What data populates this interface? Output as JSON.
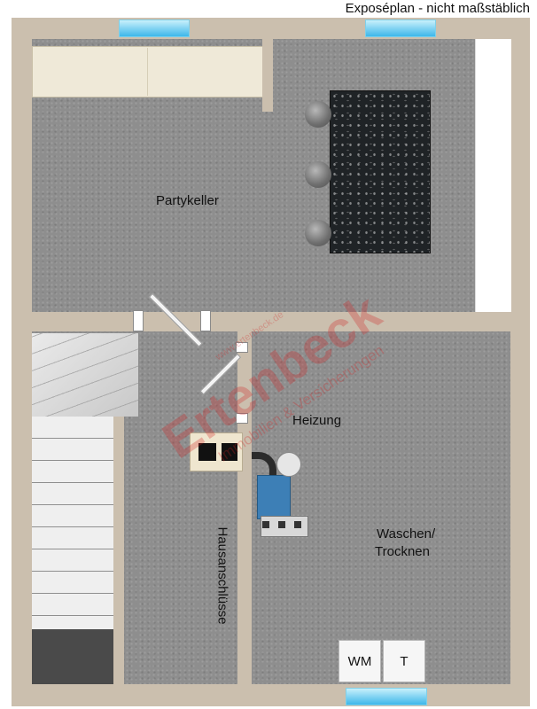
{
  "header": {
    "title": "Exposéplan - nicht maßstäblich"
  },
  "rooms": {
    "party": "Partykeller",
    "heating": "Heizung",
    "laundry_line1": "Waschen/",
    "laundry_line2": "Trocknen",
    "utilities": "Hausanschlüsse"
  },
  "appliances": {
    "washer": "WM",
    "dryer": "T"
  },
  "watermark": {
    "brand": "Ertenbeck",
    "tagline": "Immobilien & Versicherungen",
    "url": "www.ertenbeck.de"
  },
  "colors": {
    "wall": "#cbbfae",
    "floor": "#8e8e8e",
    "window": "#3db7ea",
    "watermark": "#d22020"
  }
}
